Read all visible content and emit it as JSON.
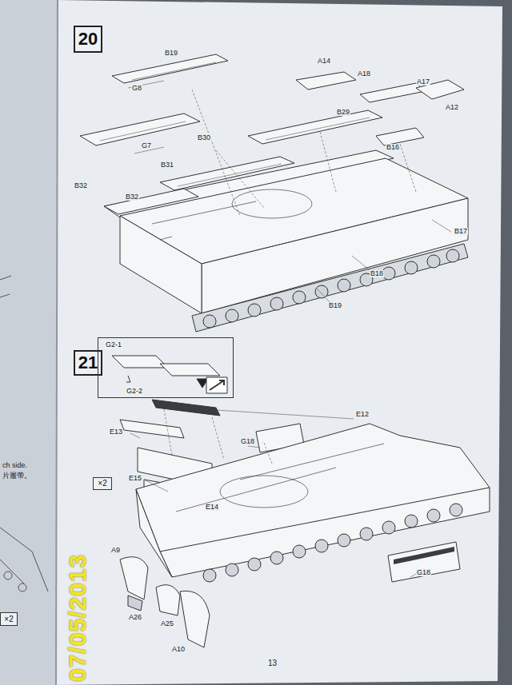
{
  "diagram": {
    "nodes": [
      {
        "text": [
          "20"
        ]
      },
      {
        "text": [
          "21"
        ]
      },
      {
        "text": [
          "G2-1",
          "G2-2"
        ]
      },
      {
        "text": [
          "×2"
        ]
      },
      {
        "text": [
          "×2"
        ]
      }
    ],
    "labels": [
      "B19",
      "G8",
      "A14",
      "A18",
      "B30",
      "B29",
      "A17",
      "A12",
      "G7",
      "B31",
      "B16",
      "B32",
      "B32",
      "B17",
      "B18",
      "B19",
      "E12",
      "E13",
      "G18",
      "E15",
      "E14",
      "A9",
      "G18",
      "A26",
      "A25",
      "A10",
      "13",
      "ch side.",
      "片履帶。",
      "07/05/2013"
    ]
  }
}
